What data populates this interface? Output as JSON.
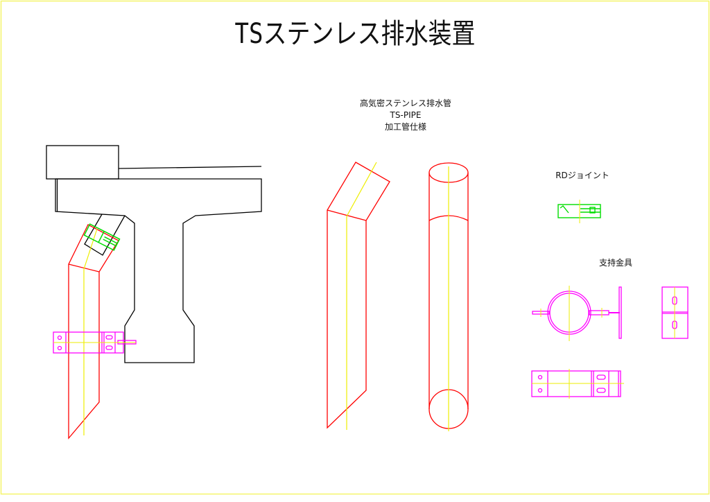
{
  "title": "TSステンレス排水装置",
  "pipe_label": {
    "line1": "高気密ステンレス排水管",
    "line2": "TS-PIPE",
    "line3": "加工管仕様"
  },
  "rd_joint_label": "RDジョイント",
  "support_label": "支持金具",
  "colors": {
    "frame": "#ffff66",
    "structure": "#000000",
    "pipe": "#ff0000",
    "centerline": "#ffff00",
    "joint": "#00dd00",
    "support": "#ff00ff"
  }
}
